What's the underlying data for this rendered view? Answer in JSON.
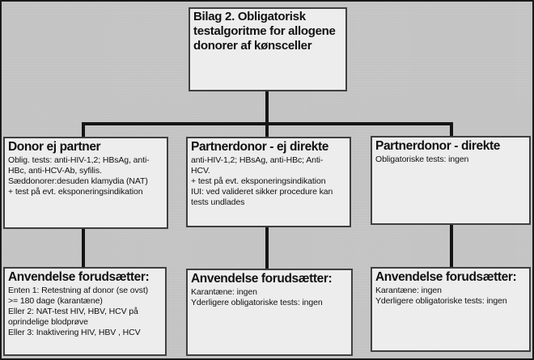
{
  "colors": {
    "bg": "#c9c9c9",
    "box-bg": "#ededed",
    "box-border": "#3f3f3f",
    "line": "#141414",
    "text": "#111111",
    "frame": "#1a1a1a"
  },
  "flowchart": {
    "root": {
      "title_lines": [
        "Bilag 2. Obligatorisk",
        "testalgoritme for allogene",
        "donorer af kønsceller"
      ]
    },
    "columns": [
      {
        "node": {
          "title": "Donor ej partner",
          "body_lines": [
            "Oblig. tests: anti-HIV-1,2; HBsAg, anti-",
            "HBc, anti-HCV-Ab, syfilis.",
            "Sæddonorer:desuden klamydia (NAT)",
            "+ test på evt. eksponeringsindikation"
          ]
        },
        "requirements": {
          "title": "Anvendelse forudsætter:",
          "body_lines": [
            "Enten 1: Retestning af donor (se ovst)",
            ">= 180 dage (karantæne)",
            "Eller 2: NAT-test HIV, HBV, HCV  på",
            "oprindelige blodprøve",
            "Eller 3: Inaktivering HIV, HBV , HCV"
          ]
        }
      },
      {
        "node": {
          "title": "Partnerdonor - ej direkte",
          "body_lines": [
            "anti-HIV-1,2; HBsAg, anti-HBc; Anti-",
            "HCV.",
            "+ test på evt. eksponeringsindikation",
            "IUI: ved valideret sikker procedure kan",
            "tests undlades"
          ]
        },
        "requirements": {
          "title": "Anvendelse forudsætter:",
          "body_lines": [
            "Karantæne: ingen",
            "Yderligere obligatoriske tests: ingen"
          ]
        }
      },
      {
        "node": {
          "title": "Partnerdonor - direkte",
          "body_lines": [
            "Obligatoriske tests: ingen"
          ]
        },
        "requirements": {
          "title": "Anvendelse forudsætter:",
          "body_lines": [
            "Karantæne: ingen",
            "Yderligere obligatoriske tests: ingen"
          ]
        }
      }
    ]
  }
}
